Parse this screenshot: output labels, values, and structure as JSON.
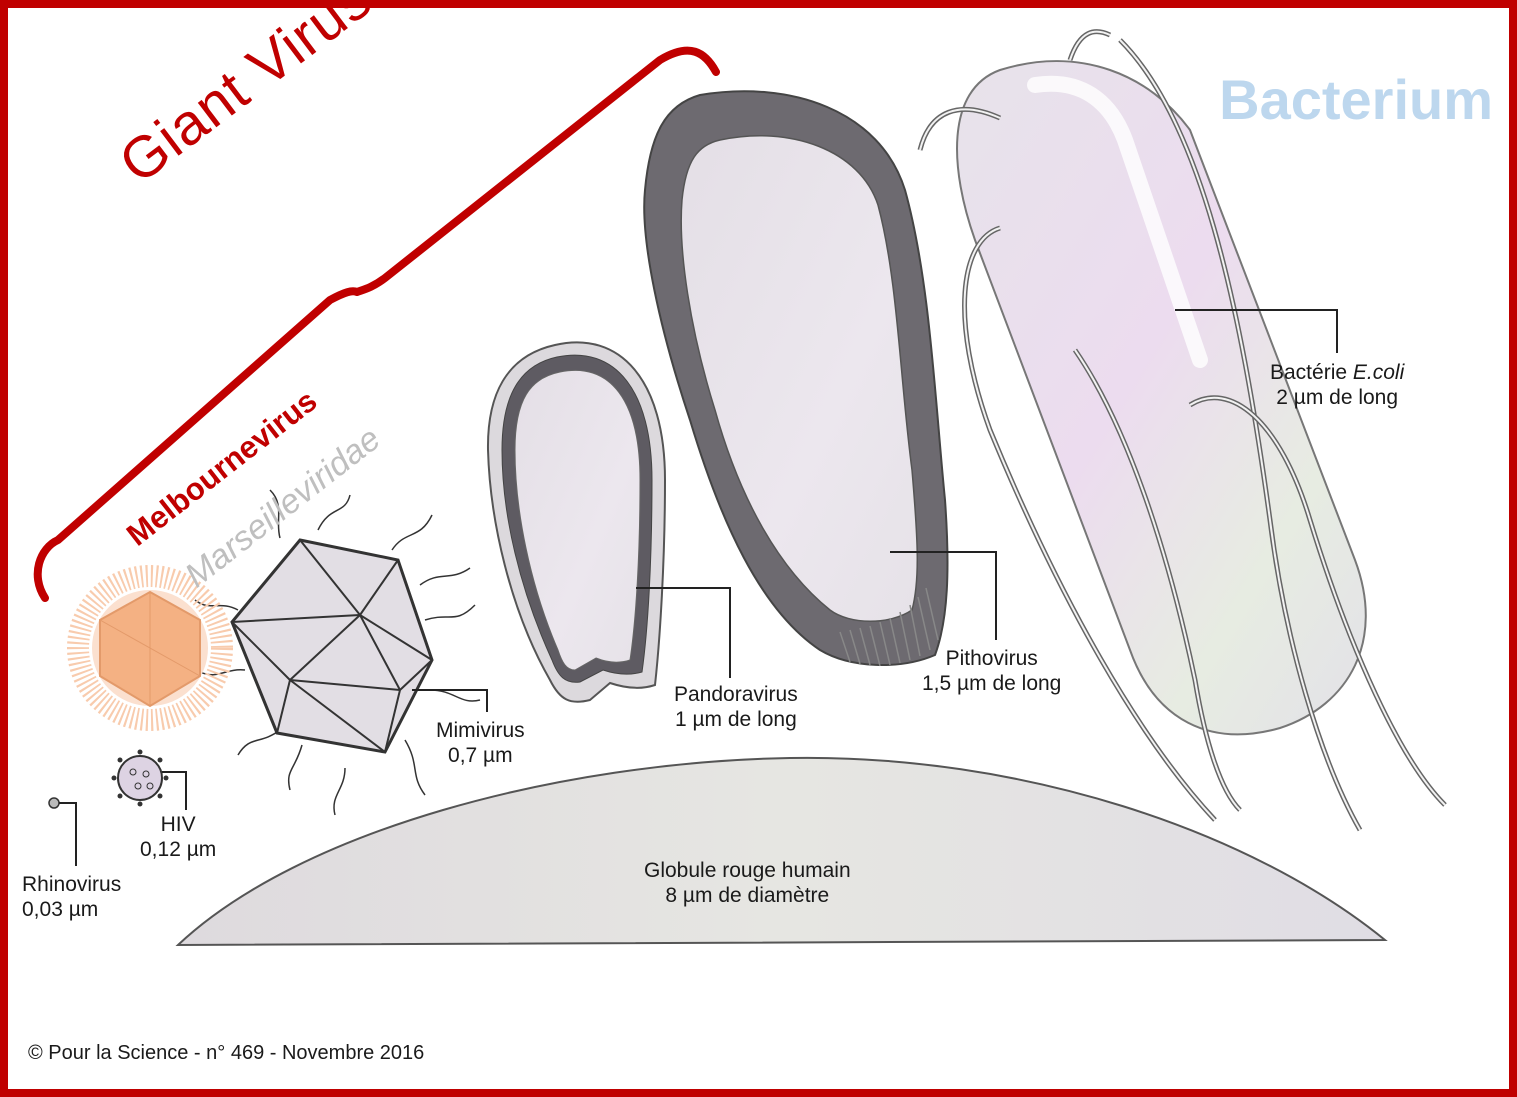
{
  "title": "Giant Viruses",
  "bacterium_title": "Bacterium",
  "melbournevirus": "Melbournevirus",
  "marseilleviridae": "Marseilleviridae",
  "organisms": {
    "rhinovirus": {
      "name": "Rhinovirus",
      "size": "0,03 µm"
    },
    "hiv": {
      "name": "HIV",
      "size": "0,12 µm"
    },
    "mimivirus": {
      "name": "Mimivirus",
      "size": "0,7 µm"
    },
    "pandoravirus": {
      "name": "Pandoravirus",
      "size": "1 µm de long"
    },
    "pithovirus": {
      "name": "Pithovirus",
      "size": "1,5 µm de long"
    },
    "ecoli": {
      "name": "Bactérie",
      "name_italic": "E.coli",
      "size": "2 µm de long"
    },
    "red_blood_cell": {
      "name": "Globule rouge humain",
      "size": "8 µm de diamètre"
    }
  },
  "copyright": "© Pour la Science - n° 469 - Novembre 2016",
  "colors": {
    "accent_red": "#c00000",
    "bacterium_blue": "#bdd7ee",
    "melbournevirus_orange": "#f4b183",
    "marseilleviridae_gray": "#bfbfbf"
  }
}
